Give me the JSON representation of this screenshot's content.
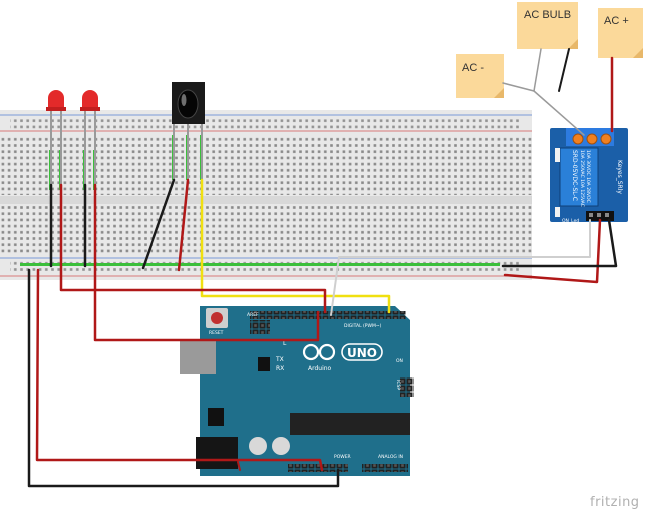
{
  "notes": {
    "ac_minus": "AC -",
    "ac_bulb": "AC BULB",
    "ac_plus": "AC +"
  },
  "relay": {
    "brand": "Keyes_SRly",
    "model": "SRD-05VDC-SL-C",
    "rating_1": "10A 250VAC  10A 125VAC",
    "rating_2": "10A 30VDC  10A 28VDC",
    "led_label": "ON_Led"
  },
  "arduino": {
    "name": "UNO",
    "brand": "Arduino",
    "reset": "RESET",
    "icsp": "ICSP",
    "digital": "DIGITAL (PWM~)",
    "power": "POWER",
    "analog": "ANALOG IN",
    "on": "ON",
    "l": "L",
    "tx": "TX",
    "rx": "RX",
    "aref": "AREF"
  },
  "watermark": "fritzing",
  "colors": {
    "breadboard": "#e8e8e8",
    "arduino": "#1f6f8b",
    "relay": "#1b5fa8",
    "red_wire": "#b01818",
    "yellow_wire": "#f0e010",
    "black_wire": "#1a1a1a",
    "note": "#fbd99a"
  }
}
